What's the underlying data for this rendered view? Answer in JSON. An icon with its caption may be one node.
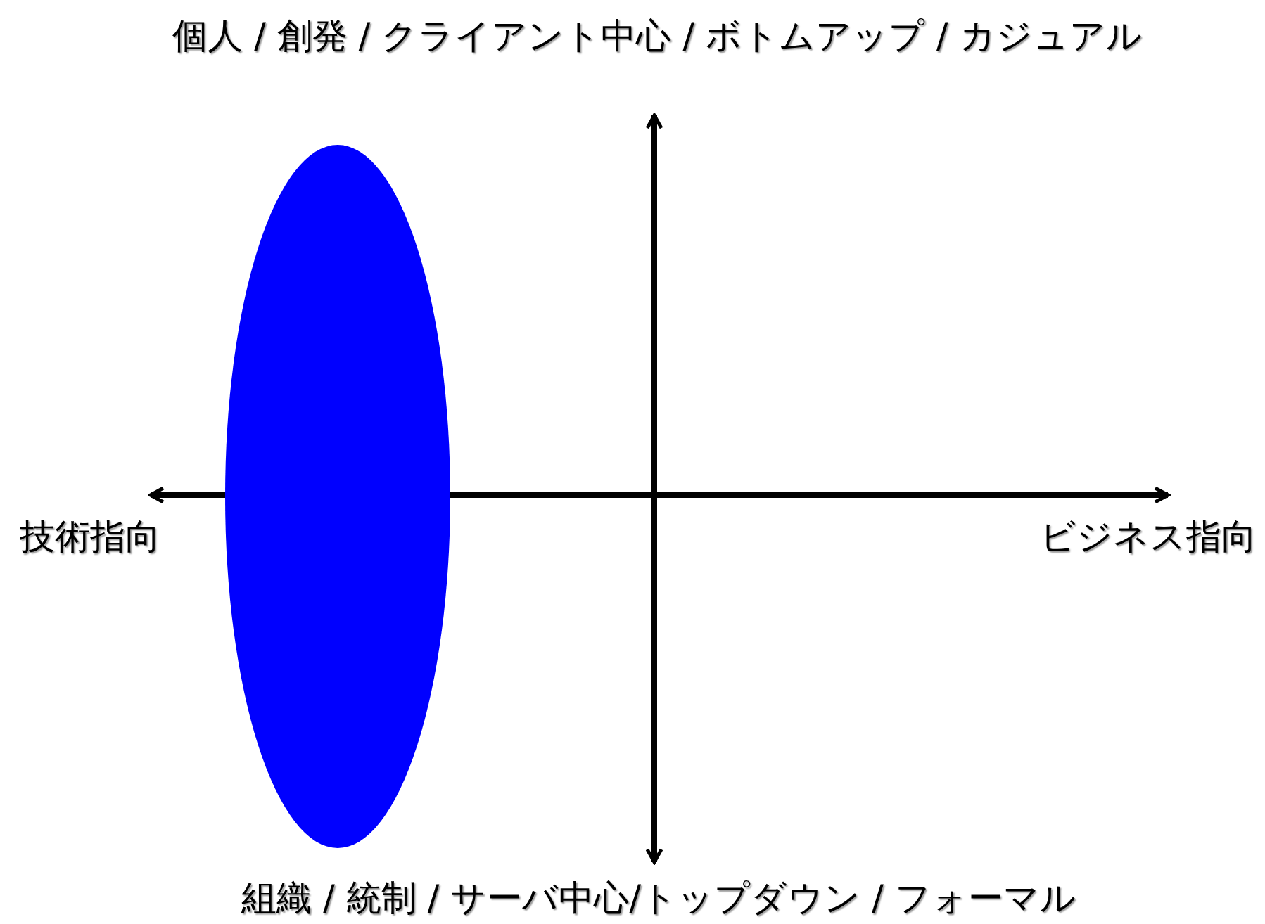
{
  "diagram": {
    "nodes": [
      {
        "text": [],
        "shape": "ellipse"
      }
    ],
    "labels": [
      "個人 / 創発 / クライアント中心 / ボトムアップ / カジュアル",
      "技術指向",
      "ビジネス指向",
      "組織 / 統制 / サーバ中心/トップダウン / フォーマル"
    ]
  }
}
